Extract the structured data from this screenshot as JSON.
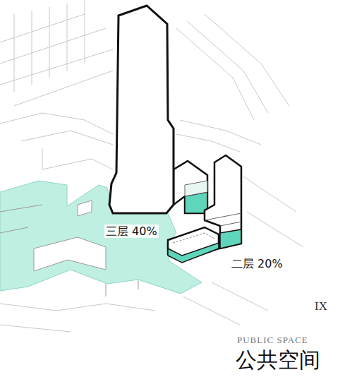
{
  "diagram": {
    "labels": [
      "三层 40%",
      "二层 20%",
      "IX",
      "PUBLIC SPACE",
      "公共空间"
    ]
  }
}
